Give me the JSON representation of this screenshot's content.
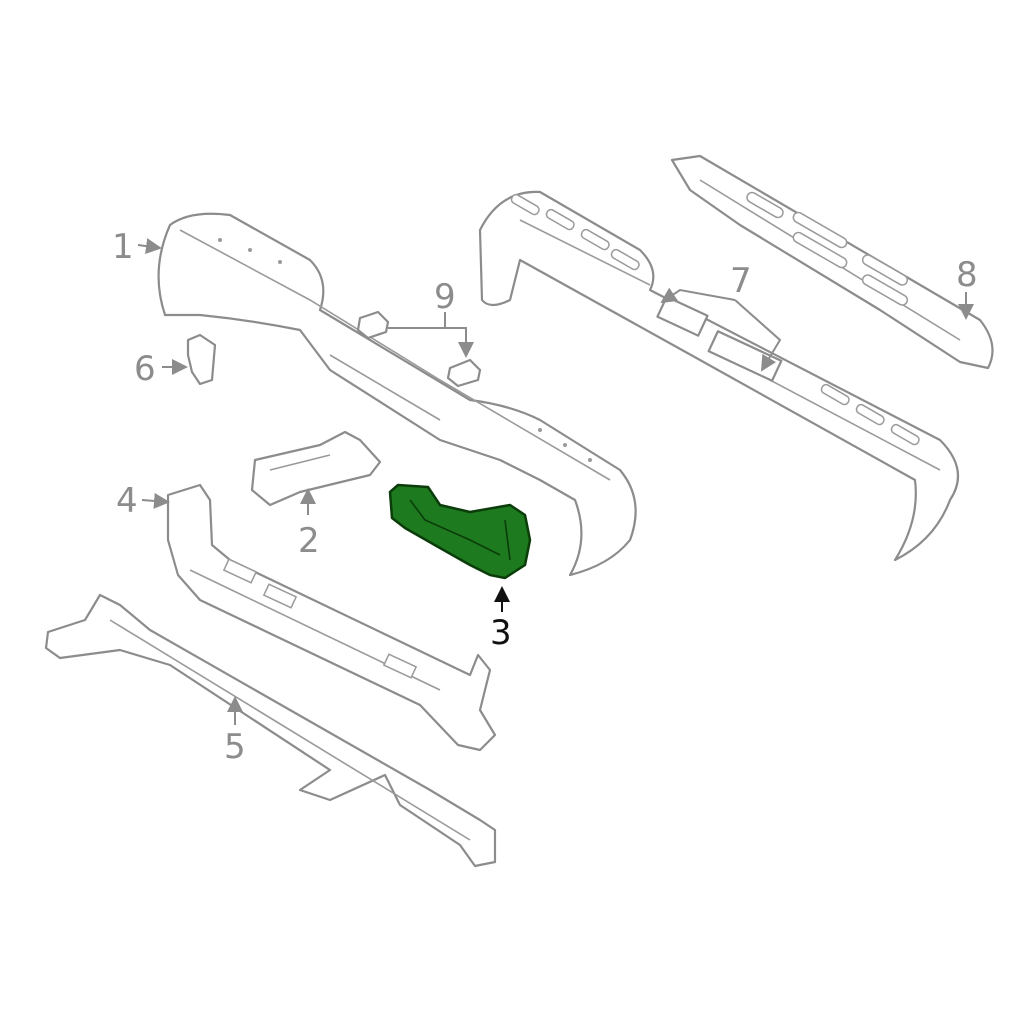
{
  "diagram": {
    "highlighted_part": "3",
    "colors": {
      "outline": "#8c8c8c",
      "highlight_fill": "#1e7a1e",
      "highlight_stroke": "#0b3d0b",
      "label": "#8c8c8c",
      "active_label": "#111111"
    },
    "callouts": [
      {
        "id": "1",
        "label": "1"
      },
      {
        "id": "2",
        "label": "2"
      },
      {
        "id": "3",
        "label": "3"
      },
      {
        "id": "4",
        "label": "4"
      },
      {
        "id": "5",
        "label": "5"
      },
      {
        "id": "6",
        "label": "6"
      },
      {
        "id": "7",
        "label": "7"
      },
      {
        "id": "8",
        "label": "8"
      },
      {
        "id": "9",
        "label": "9"
      }
    ]
  }
}
